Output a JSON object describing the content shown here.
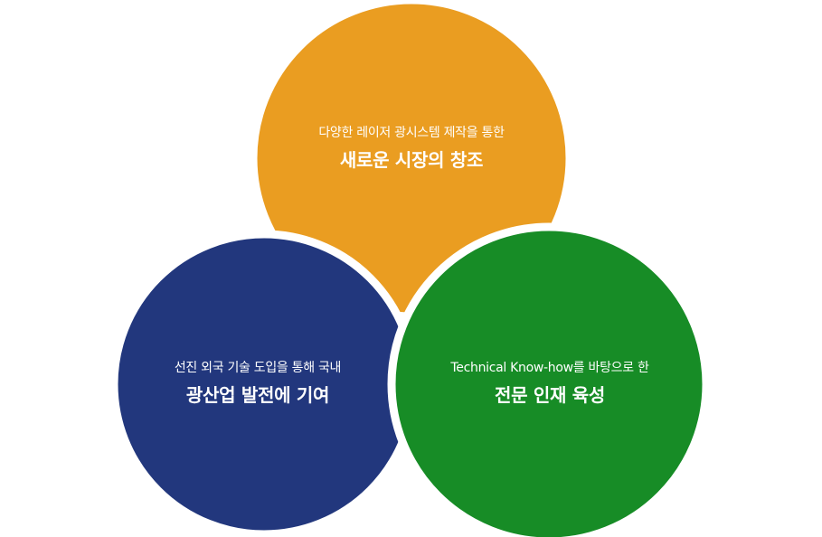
{
  "circles": [
    {
      "id": "top",
      "color": "#ea9d21",
      "subtitle": "다양한 레이저 광시스템 제작을 통한",
      "title": "새로운 시장의 창조"
    },
    {
      "id": "left",
      "color": "#22377d",
      "subtitle": "선진 외국 기술 도입을 통해 국내",
      "title": "광산업 발전에 기여"
    },
    {
      "id": "right",
      "color": "#178c26",
      "subtitle": "Technical Know-how를 바탕으로 한",
      "title": "전문 인재 육성"
    }
  ]
}
